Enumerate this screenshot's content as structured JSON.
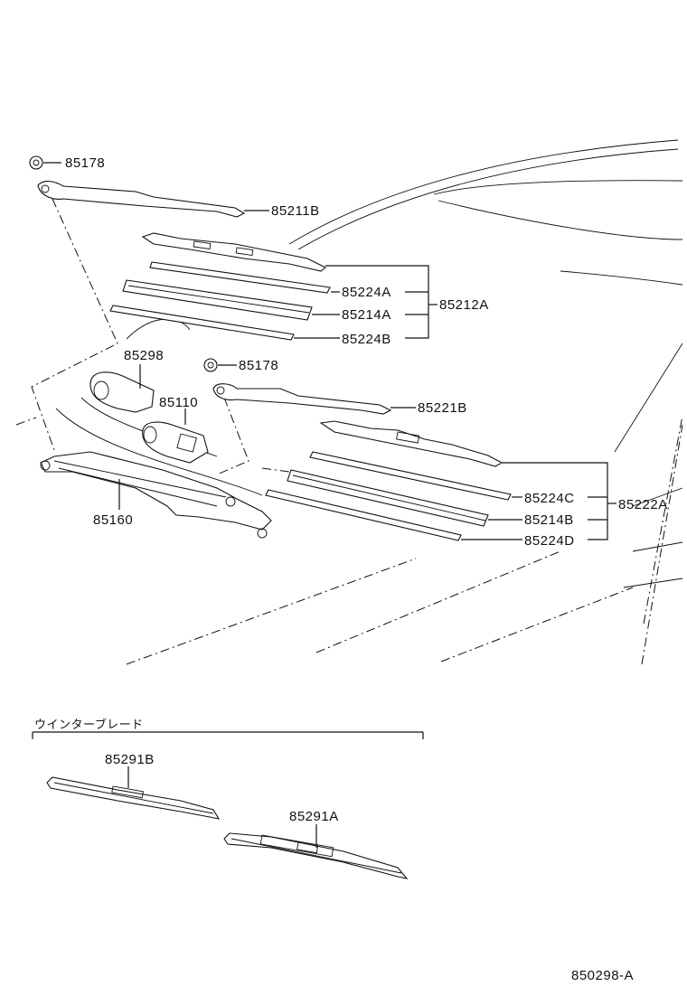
{
  "diagram": {
    "labels": {
      "nut_top": "85178",
      "arm_front": "85211B",
      "insert_a": "85224A",
      "rubber_a": "85214A",
      "assy_a": "85212A",
      "insert_b": "85224B",
      "motor_cover": "85298",
      "nut_mid": "85178",
      "motor": "85110",
      "arm_rear": "85221B",
      "link": "85160",
      "insert_c": "85224C",
      "assy_b": "85222A",
      "rubber_b": "85214B",
      "insert_d": "85224D",
      "winter_title": "ウインターブレード",
      "winter_b": "85291B",
      "winter_a": "85291A",
      "figure_code": "850298-A"
    }
  }
}
